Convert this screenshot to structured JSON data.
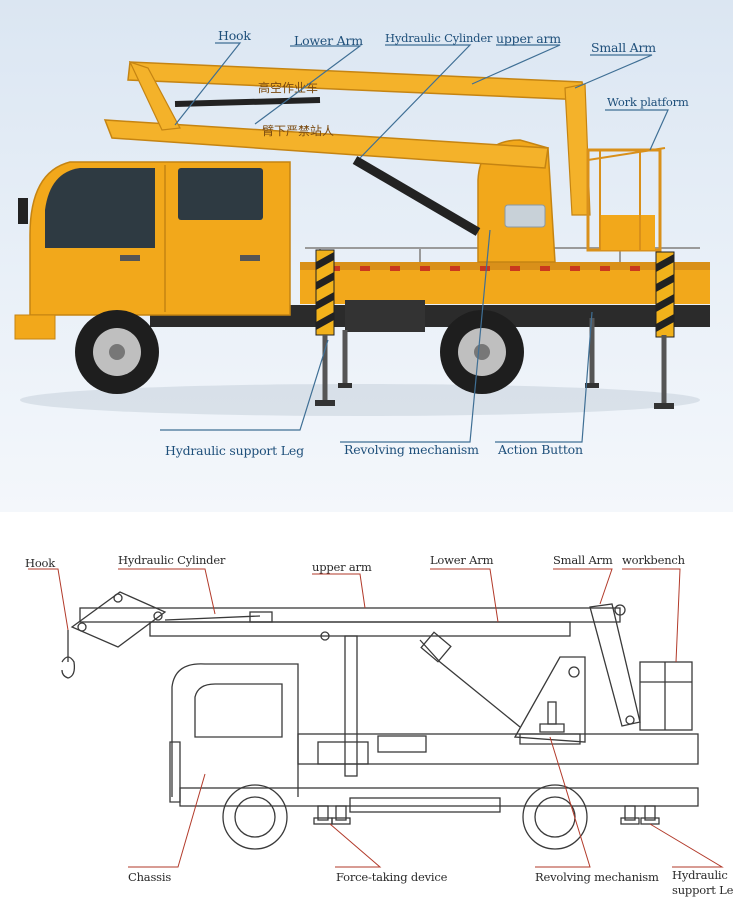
{
  "photo": {
    "labels": {
      "hook": "Hook",
      "lower_arm": "Lower Arm",
      "hydraulic_cylinder": "Hydraulic Cylinder",
      "upper_arm": "upper arm",
      "small_arm": "Small Arm",
      "work_platform": "Work platform",
      "hydraulic_support_leg": "Hydraulic support Leg",
      "revolving_mechanism": "Revolving mechanism",
      "action_button": "Action Button"
    },
    "boom_text_1": "高空作业车",
    "boom_text_2": "臂下严禁站人"
  },
  "drawing": {
    "labels": {
      "hook": "Hook",
      "hydraulic_cylinder": "Hydraulic Cylinder",
      "upper_arm": "upper arm",
      "lower_arm": "Lower Arm",
      "small_arm": "Small Arm",
      "workbench": "workbench",
      "chassis": "Chassis",
      "force_taking_device": "Force-taking device",
      "revolving_mechanism": "Revolving mechanism",
      "hydraulic_support_leg_1": "Hydraulic",
      "hydraulic_support_leg_2": "support Leg"
    }
  },
  "colors": {
    "truck_yellow": "#f2a81b",
    "boom_yellow": "#f4b22a",
    "label_blue": "#1e4f7a",
    "leader_line_blue": "#3f6f95",
    "drawing_leader_red": "#b23a2a",
    "drawing_line": "#3a3a3a"
  }
}
